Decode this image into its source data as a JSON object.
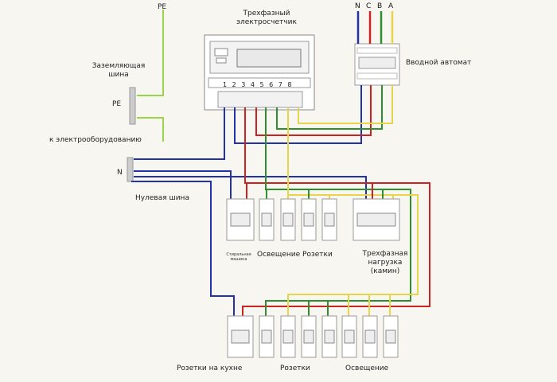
{
  "labels": {
    "pe_top": "PE",
    "ground_bus": "Заземляющая\nшина",
    "pe_bus": "PE",
    "to_equipment": "к электрооборудованию",
    "n_bus": "N",
    "neutral_bus": "Нулевая шина",
    "meter": "Трехфазный\nэлектросчетчик",
    "meter_digits": "1 2 3 4 5 6 7 8",
    "input_breaker": "Вводной автомат",
    "phase_a": "A",
    "phase_b": "B",
    "phase_c": "C",
    "phase_n": "N",
    "washer": "Стиральная\nмашина",
    "lighting_sockets": "Освещение Розетки",
    "three_phase_load": "Трехфазная\nнагрузка\n(камин)",
    "kitchen_sockets": "Розетки на кухне",
    "sockets": "Розетки",
    "lighting": "Освещение"
  },
  "colors": {
    "phase_a": "#e6d44a",
    "phase_b": "#2f8f2f",
    "phase_c": "#cc2222",
    "neutral": "#2233aa",
    "ground": "#9bd34a",
    "background": "#f7f6f1"
  },
  "icons": [
    "meter-icon",
    "breaker-icon",
    "bus-bar-icon"
  ]
}
